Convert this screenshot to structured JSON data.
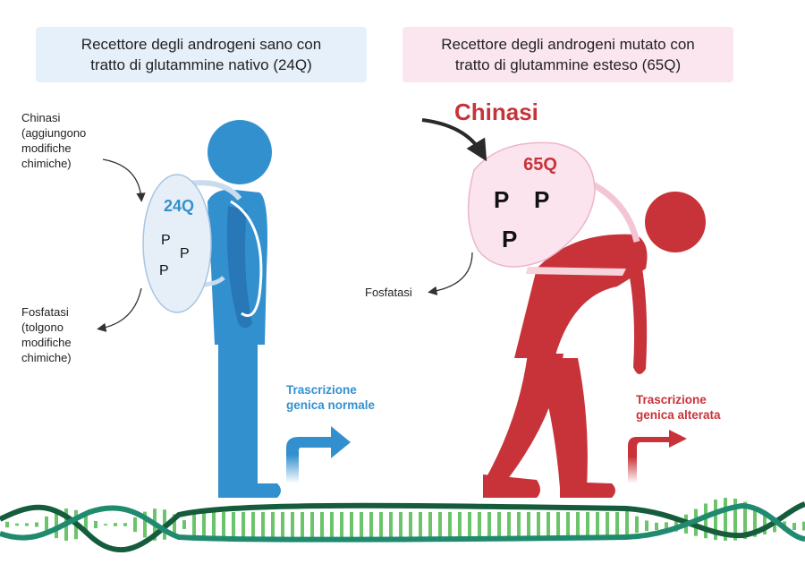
{
  "left_panel": {
    "title_line1": "Recettore degli androgeni sano con",
    "title_line2": "tratto di glutammine nativo (24Q)",
    "kinase_lines": [
      "Chinasi",
      "(aggiungono",
      "modifiche",
      "chimiche)"
    ],
    "phosphatase_lines": [
      "Fosfatasi",
      "(tolgono",
      "modifiche",
      "chimiche)"
    ],
    "backpack_label": "24Q",
    "p_letters": [
      "P",
      "P",
      "P"
    ],
    "transcription_lines": [
      "Trascrizione",
      "genica normale"
    ]
  },
  "right_panel": {
    "title_line1": "Recettore degli androgeni mutato con",
    "title_line2": "tratto di glutammine esteso (65Q)",
    "kinase_label": "Chinasi",
    "phosphatase_label": "Fosfatasi",
    "backpack_label": "65Q",
    "p_letters": [
      "P",
      "P",
      "P"
    ],
    "transcription_lines": [
      "Trascrizione",
      "genica alterata"
    ]
  },
  "colors": {
    "healthy": "#3390cf",
    "mutated": "#c8333a",
    "dna_strand": "#1f8a6e",
    "dna_strand_dark": "#155c3c"
  }
}
